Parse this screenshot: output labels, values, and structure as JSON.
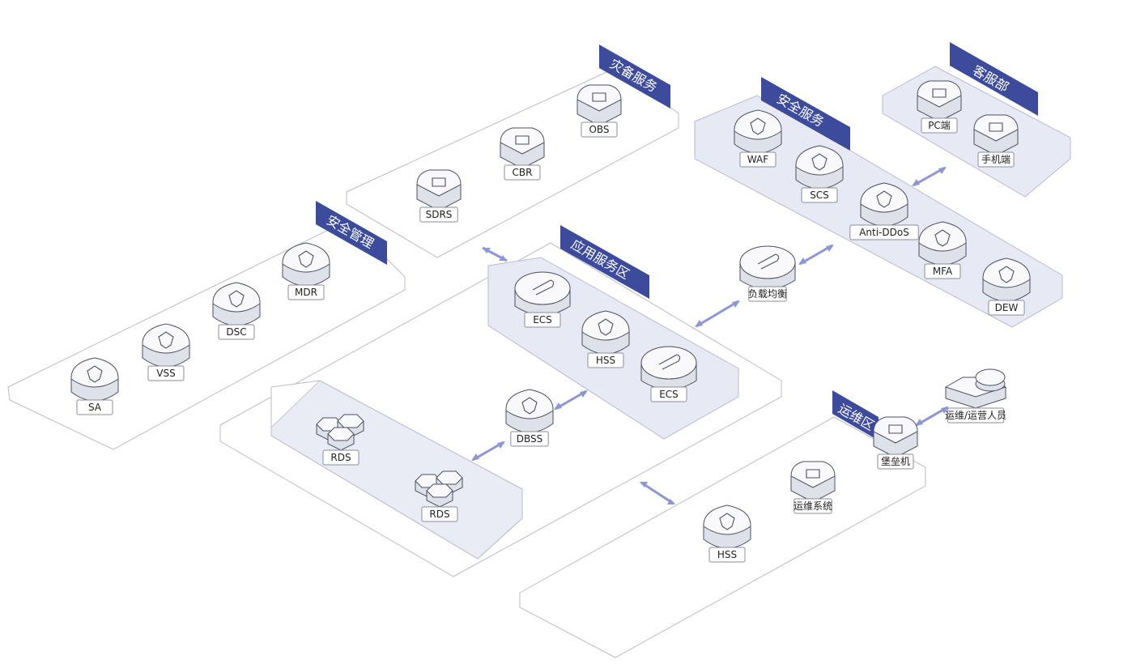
{
  "colors": {
    "tag": "#3d4b9c",
    "arrow": "#8d97d8",
    "panel_fill": "#e7e9f4",
    "outline": "#b9bccb"
  },
  "zones": {
    "backup": "灾备服务",
    "security_mgmt": "安全管理",
    "app": "应用服务区",
    "security_service": "安全服务",
    "customer": "客服部",
    "ops": "运维区"
  },
  "nodes": {
    "obs": "OBS",
    "cbr": "CBR",
    "sdrs": "SDRS",
    "mdr": "MDR",
    "dsc": "DSC",
    "vss": "VSS",
    "sa": "SA",
    "ecs1": "ECS",
    "hss1": "HSS",
    "ecs2": "ECS",
    "dbss": "DBSS",
    "rds1": "RDS",
    "rds2": "RDS",
    "waf": "WAF",
    "scs": "SCS",
    "antiddos": "Anti-DDoS",
    "mfa": "MFA",
    "dew": "DEW",
    "pc": "PC端",
    "mobile": "手机端",
    "lb": "负载均衡",
    "bastion": "堡垒机",
    "opsuser": "运维/运营人员",
    "opssys": "运维系统",
    "hss2": "HSS"
  },
  "icons": {
    "obs": "upload-arrow-icon",
    "cbr": "cloud-icon",
    "sdrs": "cube-cluster-icon",
    "mdr": "alert-shield-icon",
    "dsc": "data-shield-icon",
    "vss": "target-shield-icon",
    "sa": "chart-shield-icon",
    "ecs": "paperclip-icon",
    "hss": "document-shield-icon",
    "dbss": "shield-icon",
    "rds": "hexagon-cluster-icon",
    "waf": "wall-shield-icon",
    "scs": "certificate-shield-icon",
    "antiddos": "leaf-shield-icon",
    "mfa": "id-card-shield-icon",
    "dew": "lock-shield-icon",
    "pc": "monitor-icon",
    "mobile": "phone-icon",
    "lb": "pyramid-icon",
    "bastion": "screen-icon",
    "opsuser": "person-icon",
    "opssys": "gear-icon"
  }
}
